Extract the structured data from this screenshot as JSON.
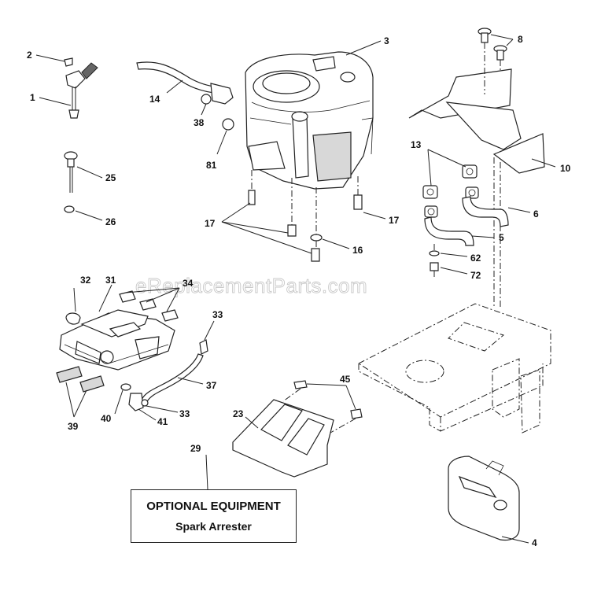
{
  "watermark": "eReplacementParts.com",
  "optional_box": {
    "title": "OPTIONAL EQUIPMENT",
    "subtitle": "Spark Arrester"
  },
  "callouts": {
    "c1": "1",
    "c2": "2",
    "c3": "3",
    "c4": "4",
    "c5": "5",
    "c6": "6",
    "c8": "8",
    "c10": "10",
    "c13": "13",
    "c14": "14",
    "c16": "16",
    "c17a": "17",
    "c17b": "17",
    "c23": "23",
    "c25": "25",
    "c26": "26",
    "c29": "29",
    "c31": "31",
    "c32": "32",
    "c33a": "33",
    "c33b": "33",
    "c34": "34",
    "c37": "37",
    "c38": "38",
    "c39": "39",
    "c40": "40",
    "c41": "41",
    "c45": "45",
    "c62": "62",
    "c72": "72",
    "c81": "81"
  }
}
